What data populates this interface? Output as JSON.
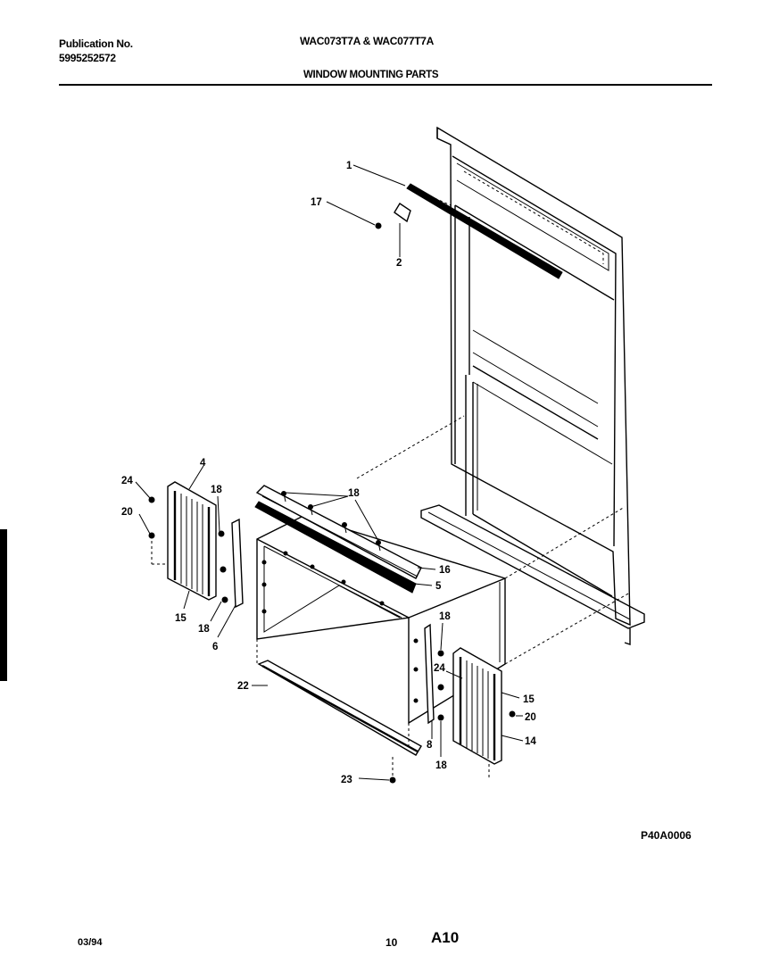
{
  "header": {
    "publication_label": "Publication No.",
    "publication_number": "5995252572",
    "models": "WAC073T7A & WAC077T7A",
    "section_title": "WINDOW MOUNTING PARTS"
  },
  "footer": {
    "drawing_code": "P40A0006",
    "date": "03/94",
    "page_number": "10",
    "section_code": "A10"
  },
  "callouts": {
    "c1": "1",
    "c17": "17",
    "c2": "2",
    "c24_left": "24",
    "c20_left": "20",
    "c4": "4",
    "c18_left_top": "18",
    "c15_left": "15",
    "c18_left_bottom": "18",
    "c6": "6",
    "c18_top": "18",
    "c16": "16",
    "c5": "5",
    "c18_right_top": "18",
    "c24_right": "24",
    "c15_right": "15",
    "c20_right": "20",
    "c14": "14",
    "c8": "8",
    "c18_right_bottom": "18",
    "c22": "22",
    "c23": "23"
  }
}
